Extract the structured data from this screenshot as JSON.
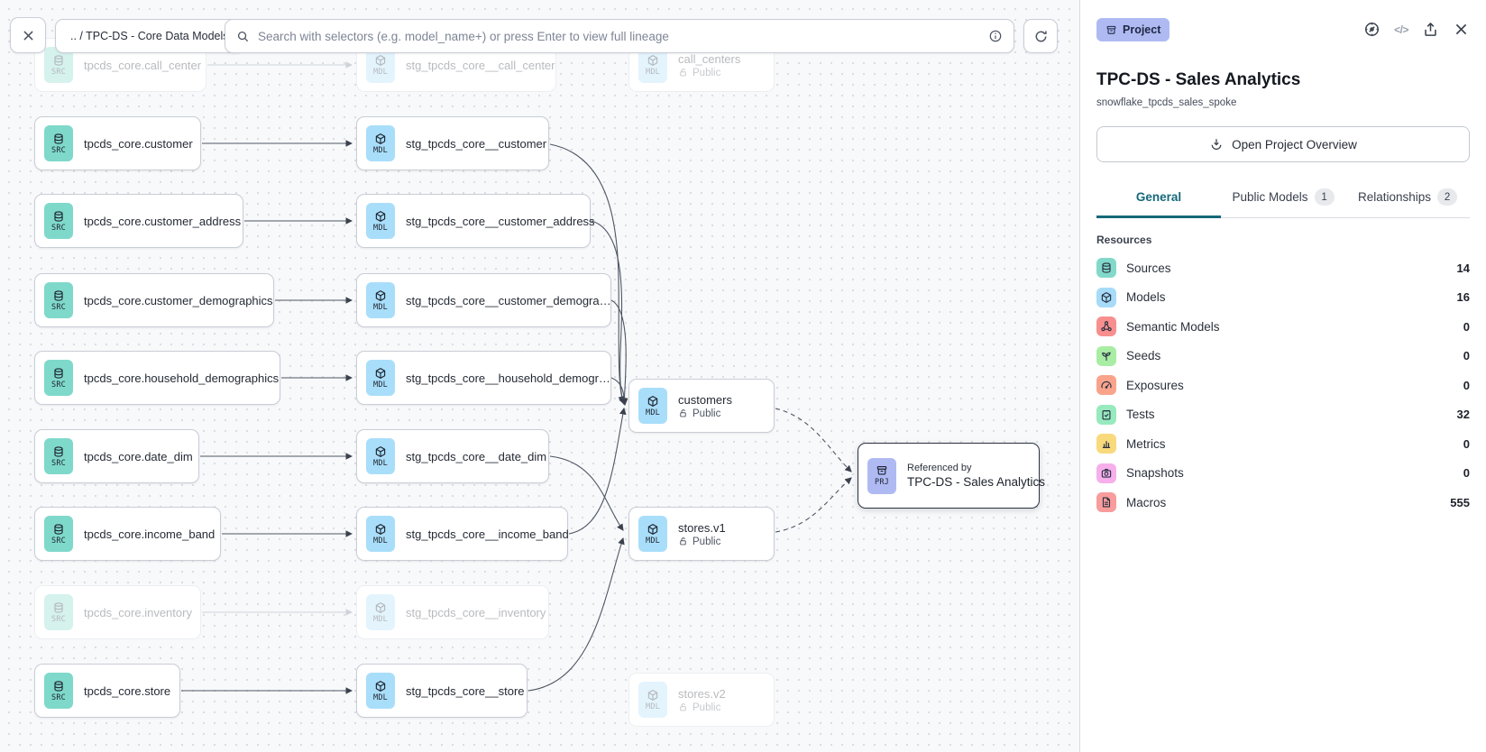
{
  "toolbar": {
    "breadcrumb": ".. / TPC-DS - Core Data Models",
    "search_placeholder": "Search with selectors (e.g. model_name+) or press Enter to view full lineage"
  },
  "colors": {
    "badge_src": "#7FD9CA",
    "badge_mdl": "#A9DEFA",
    "badge_prj": "#AFBAF3",
    "tab_active": "#15687A"
  },
  "canvas": {
    "public_label": "Public",
    "nodes": [
      {
        "badge": "SRC",
        "label": "tpcds_core.call_center"
      },
      {
        "badge": "SRC",
        "label": "tpcds_core.customer"
      },
      {
        "badge": "SRC",
        "label": "tpcds_core.customer_address"
      },
      {
        "badge": "SRC",
        "label": "tpcds_core.customer_demographics"
      },
      {
        "badge": "SRC",
        "label": "tpcds_core.household_demographics"
      },
      {
        "badge": "SRC",
        "label": "tpcds_core.date_dim"
      },
      {
        "badge": "SRC",
        "label": "tpcds_core.income_band"
      },
      {
        "badge": "SRC",
        "label": "tpcds_core.inventory"
      },
      {
        "badge": "SRC",
        "label": "tpcds_core.store"
      },
      {
        "badge": "MDL",
        "label": "stg_tpcds_core__call_center"
      },
      {
        "badge": "MDL",
        "label": "stg_tpcds_core__customer"
      },
      {
        "badge": "MDL",
        "label": "stg_tpcds_core__customer_address"
      },
      {
        "badge": "MDL",
        "label": "stg_tpcds_core__customer_demogra…"
      },
      {
        "badge": "MDL",
        "label": "stg_tpcds_core__household_demogr…"
      },
      {
        "badge": "MDL",
        "label": "stg_tpcds_core__date_dim"
      },
      {
        "badge": "MDL",
        "label": "stg_tpcds_core__income_band"
      },
      {
        "badge": "MDL",
        "label": "stg_tpcds_core__inventory"
      },
      {
        "badge": "MDL",
        "label": "stg_tpcds_core__store"
      },
      {
        "badge": "MDL",
        "label": "call_centers",
        "sub": "Public"
      },
      {
        "badge": "MDL",
        "label": "customers",
        "sub": "Public"
      },
      {
        "badge": "MDL",
        "label": "stores.v1",
        "sub": "Public"
      },
      {
        "badge": "MDL",
        "label": "stores.v2",
        "sub": "Public"
      },
      {
        "badge": "PRJ",
        "context": "Referenced by",
        "label": "TPC-DS - Sales Analytics"
      }
    ]
  },
  "panel": {
    "type_badge": "Project",
    "title": "TPC-DS - Sales Analytics",
    "subtitle": "snowflake_tpcds_sales_spoke",
    "overview_button": "Open Project Overview",
    "code_icon_label": "</>",
    "tabs": [
      {
        "label": "General"
      },
      {
        "label": "Public Models",
        "count": "1"
      },
      {
        "label": "Relationships",
        "count": "2"
      }
    ],
    "section_title": "Resources",
    "resources": [
      {
        "label": "Sources",
        "count": "14",
        "color": "#82D9CA"
      },
      {
        "label": "Models",
        "count": "16",
        "color": "#A7DBF8"
      },
      {
        "label": "Semantic Models",
        "count": "0",
        "color": "#F88F8F"
      },
      {
        "label": "Seeds",
        "count": "0",
        "color": "#A9EDA4"
      },
      {
        "label": "Exposures",
        "count": "0",
        "color": "#F9A38B"
      },
      {
        "label": "Tests",
        "count": "32",
        "color": "#97E9BE"
      },
      {
        "label": "Metrics",
        "count": "0",
        "color": "#F8DA7D"
      },
      {
        "label": "Snapshots",
        "count": "0",
        "color": "#F6AFEA"
      },
      {
        "label": "Macros",
        "count": "555",
        "color": "#F89C9C"
      }
    ]
  }
}
